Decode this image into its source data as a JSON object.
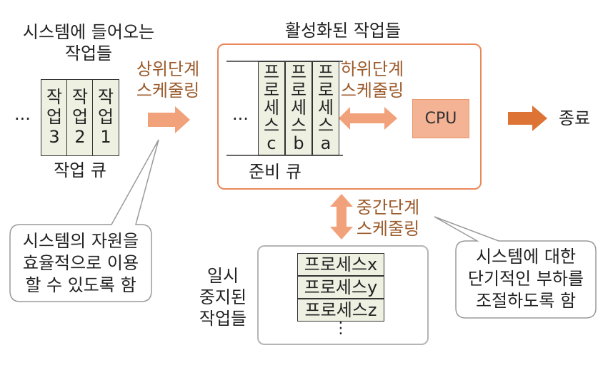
{
  "incoming_jobs": {
    "line1": "시스템에 들어오는",
    "line2": "작업들"
  },
  "job_queue": {
    "label": "작업 큐",
    "ellipsis": "···",
    "jobs": [
      {
        "l1": "작",
        "l2": "업",
        "l3": "3"
      },
      {
        "l1": "작",
        "l2": "업",
        "l3": "2"
      },
      {
        "l1": "작",
        "l2": "업",
        "l3": "1"
      }
    ]
  },
  "upper_scheduling": {
    "line1": "상위단계",
    "line2": "스케줄링"
  },
  "active_jobs": {
    "title": "활성화된 작업들"
  },
  "ready_queue": {
    "label": "준비 큐",
    "ellipsis": "···",
    "processes": [
      {
        "l1": "프",
        "l2": "로",
        "l3": "세",
        "l4": "스",
        "l5": "c"
      },
      {
        "l1": "프",
        "l2": "로",
        "l3": "세",
        "l4": "스",
        "l5": "b"
      },
      {
        "l1": "프",
        "l2": "로",
        "l3": "세",
        "l4": "스",
        "l5": "a"
      }
    ]
  },
  "lower_scheduling": {
    "line1": "하위단계",
    "line2": "스케줄링"
  },
  "cpu": {
    "label": "CPU"
  },
  "exit": {
    "label": "종료"
  },
  "middle_scheduling": {
    "line1": "중간단계",
    "line2": "스케줄링"
  },
  "suspended_jobs": {
    "line1": "일시",
    "line2": "중지된",
    "line3": "작업들",
    "processes": [
      "프로세스x",
      "프로세스y",
      "프로세스z"
    ],
    "ellipsis": "⋮"
  },
  "callout_left": {
    "line1": "시스템의 자원을",
    "line2": "효율적으로 이용",
    "line3": "할 수 있도록 함"
  },
  "callout_right": {
    "line1": "시스템에 대한",
    "line2": "단기적인 부하를",
    "line3": "조절하도록 함"
  },
  "colors": {
    "accent_orange": "#e9875a",
    "arrow_orange": "#f1a27a",
    "label_brown": "#9b5a2a",
    "cell_fill": "#eef0e2"
  }
}
